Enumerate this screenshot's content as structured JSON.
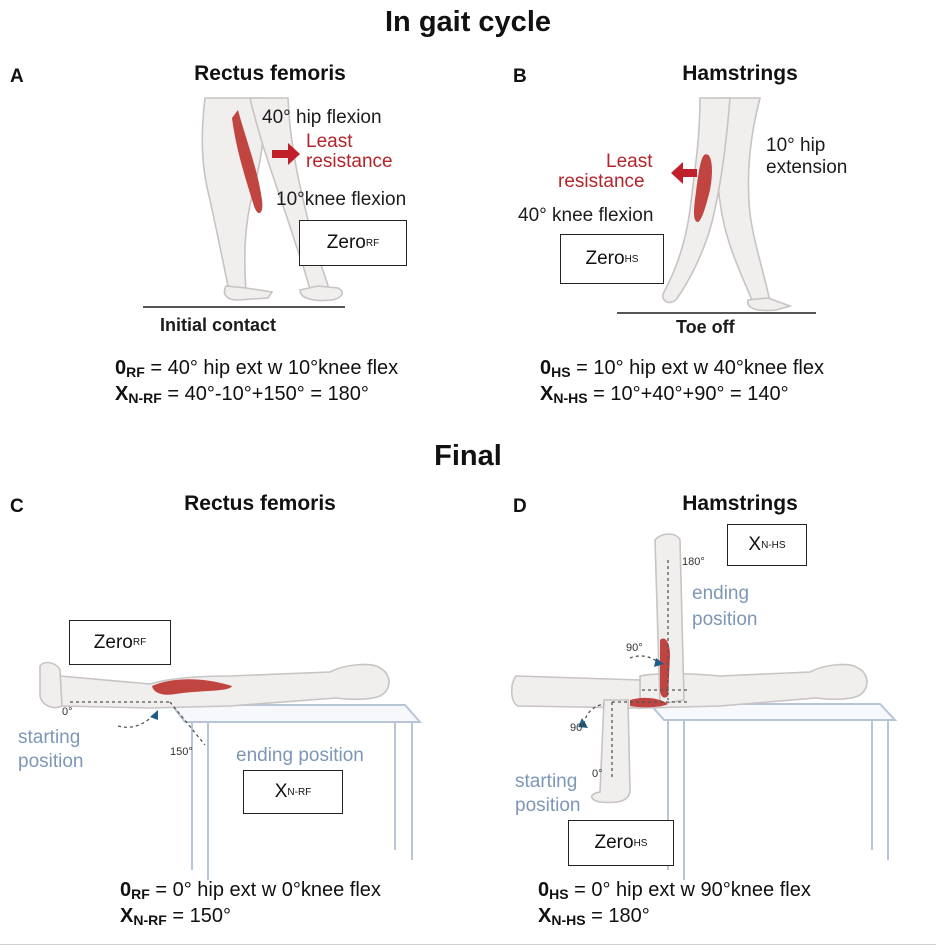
{
  "titles": {
    "top": "In gait cycle",
    "bottom": "Final"
  },
  "panels": {
    "a": {
      "letter": "A",
      "title": "Rectus femoris",
      "hip": "40° hip flexion",
      "least1": "Least",
      "least2": "resistance",
      "knee": "10°knee flexion",
      "box_main": "Zero",
      "box_sub": "RF",
      "phase": "Initial contact",
      "eq1_sym": "0",
      "eq1_sub": "RF",
      "eq1_text": " = 40° hip ext w 10°knee flex",
      "eq2_sym": "X",
      "eq2_sub": "N-RF",
      "eq2_text": " = 40°-10°+150° = 180°"
    },
    "b": {
      "letter": "B",
      "title": "Hamstrings",
      "hip1": "10° hip",
      "hip2": "extension",
      "least1": "Least",
      "least2": "resistance",
      "knee": "40° knee flexion",
      "box_main": "Zero",
      "box_sub": "HS",
      "phase": "Toe off",
      "eq1_sym": "0",
      "eq1_sub": "HS",
      "eq1_text": " = 10° hip ext w 40°knee flex",
      "eq2_sym": "X",
      "eq2_sub": "N-HS",
      "eq2_text": " = 10°+40°+90° = 140°"
    },
    "c": {
      "letter": "C",
      "title": "Rectus femoris",
      "box_zero_main": "Zero",
      "box_zero_sub": "RF",
      "box_x_main": "X",
      "box_x_sub": "N-RF",
      "angle_start": "0°",
      "angle_end": "150°",
      "start1": "starting",
      "start2": "position",
      "ending": "ending position",
      "eq1_sym": "0",
      "eq1_sub": "RF",
      "eq1_text": " = 0° hip ext w 0°knee flex",
      "eq2_sym": "X",
      "eq2_sub": "N-RF",
      "eq2_text": " = 150°"
    },
    "d": {
      "letter": "D",
      "title": "Hamstrings",
      "box_x_main": "X",
      "box_x_sub": "N-HS",
      "box_zero_main": "Zero",
      "box_zero_sub": "HS",
      "angle_180": "180°",
      "angle_90a": "90°",
      "angle_90b": "90°",
      "angle_0": "0°",
      "ending1": "ending",
      "ending2": "position",
      "start1": "starting",
      "start2": "position",
      "eq1_sym": "0",
      "eq1_sub": "HS",
      "eq1_text": " = 0° hip ext w 90°knee flex",
      "eq2_sym": "X",
      "eq2_sub": "N-HS",
      "eq2_text": " = 180°"
    }
  }
}
